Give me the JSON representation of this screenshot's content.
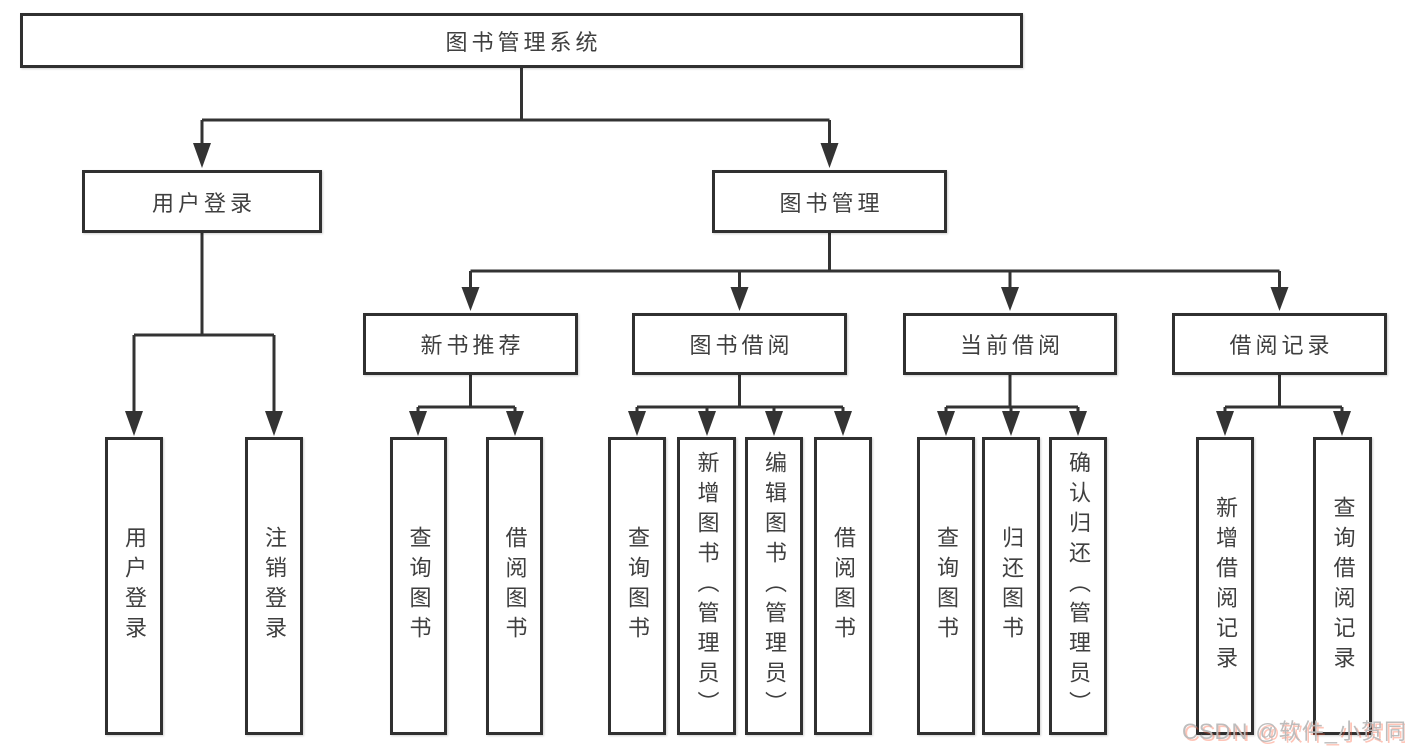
{
  "root": {
    "label": "图书管理系统"
  },
  "level2": {
    "user_login": {
      "label": "用户登录"
    },
    "book_mgmt": {
      "label": "图书管理"
    }
  },
  "level3": {
    "new_book": {
      "label": "新书推荐"
    },
    "book_borrow": {
      "label": "图书借阅"
    },
    "current_borrow": {
      "label": "当前借阅"
    },
    "borrow_records": {
      "label": "借阅记录"
    }
  },
  "leaves": {
    "user_login": [
      "用户登录",
      "注销登录"
    ],
    "new_book": [
      "查询图书",
      "借阅图书"
    ],
    "book_borrow": [
      "查询图书",
      "新增图书（管理员）",
      "编辑图书（管理员）",
      "借阅图书"
    ],
    "current_borrow": [
      "查询图书",
      "归还图书",
      "确认归还（管理员）"
    ],
    "borrow_records": [
      "新增借阅记录",
      "查询借阅记录"
    ]
  },
  "watermark": {
    "text": "CSDN @软件_小贺同学"
  },
  "colors": {
    "background": "#ffffff",
    "line": "#333333",
    "box_border": "#303030",
    "text": "#3f3f3f",
    "watermark_text": "#b9b9b9",
    "watermark_accent": "#fc5531"
  }
}
